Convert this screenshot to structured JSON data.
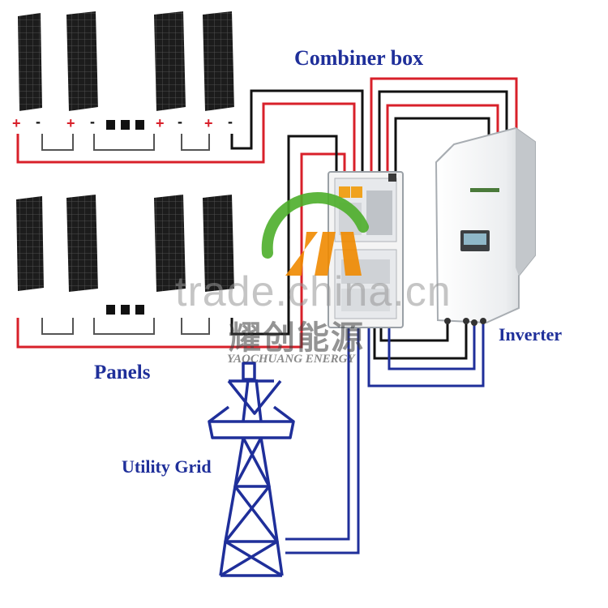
{
  "labels": {
    "combiner_box": "Combiner box",
    "inverter": "Inverter",
    "panels": "Panels",
    "utility_grid": "Utility Grid"
  },
  "watermark": {
    "site": "trade.china.cn",
    "brand_cn": "耀创能源",
    "brand_en": "YAOCHUANG ENERGY"
  },
  "polarity": {
    "plus": "+",
    "minus": "-"
  },
  "colors": {
    "label_blue": "#1f2f9a",
    "positive_wire": "#d8202a",
    "negative_wire": "#111111",
    "ac_wire": "#1f2f9a",
    "panel_cells": "#1a1a1a",
    "tower": "#1f2f9a",
    "logo_green": "#4cae2a",
    "logo_orange": "#f08a00"
  },
  "icons": [
    "solar-panel-icon",
    "combiner-box-icon",
    "inverter-icon",
    "transmission-tower-icon",
    "brand-logo-icon"
  ]
}
